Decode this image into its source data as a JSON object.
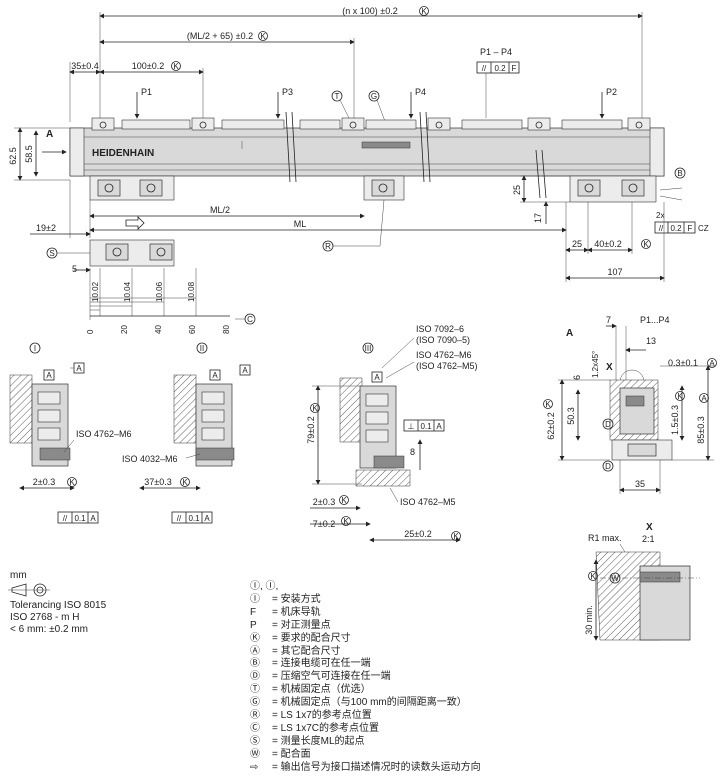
{
  "dimensions": {
    "overall": "(n x 100) ±0.2",
    "half": "(ML/2 + 65) ±0.2",
    "start_offset": "35±0.4",
    "pitch": "100±0.2",
    "points_group": "P1 – P4",
    "flatness": "0.2",
    "flatness_ref": "F",
    "height_total": "62.5",
    "height_body": "58.5",
    "left_offset": "19±2",
    "half_length": "ML/2",
    "measuring_length": "ML",
    "h25": "25",
    "h17": "17",
    "r25": "25",
    "r40": "40±0.2",
    "r107": "107",
    "s5": "5",
    "twox": "2x",
    "parallel2": "0.2",
    "parallel2_ref": "F",
    "cz": "CZ",
    "ref_marks": [
      "10.02",
      "10.04",
      "10.06",
      "10.08"
    ],
    "ref_scale": [
      "0",
      "20",
      "40",
      "60",
      "80"
    ]
  },
  "labels": {
    "p1": "P1",
    "p2": "P2",
    "p3": "P3",
    "p4": "P4",
    "brand": "HEIDENHAIN",
    "view_a": "A",
    "x": "X",
    "x_scale": "2:1",
    "circ_t": "T",
    "circ_g": "G",
    "circ_r": "R",
    "circ_s": "S",
    "circ_c": "C",
    "circ_b": "B",
    "circ_d": "D",
    "circ_w": "W",
    "circ_k": "K"
  },
  "mount": {
    "i_label": "I",
    "ii_label": "II",
    "iii_label": "III",
    "i_iso": "ISO 4762–M6",
    "i_dim": "2±0.3",
    "i_par": "0.1",
    "i_par_ref": "A",
    "ii_iso": "ISO 4032–M6",
    "ii_dim": "37±0.3",
    "ii_par": "0.1",
    "ii_par_ref": "A",
    "iii_iso1": "ISO 7092–6",
    "iii_iso1b": "(ISO 7090–5)",
    "iii_iso2": "ISO 4762–M6",
    "iii_iso2b": "(ISO 4762–M5)",
    "iii_iso3": "ISO 4762–M5",
    "iii_h": "79±0.2",
    "iii_perp": "0.1",
    "iii_perp_ref": "A",
    "iii_8": "8",
    "iii_2": "2±0.3",
    "iii_7": "7±0.2",
    "iii_25": "25±0.2"
  },
  "section_a": {
    "a": "A",
    "d7": "7",
    "p": "P1...P4",
    "d13": "13",
    "d6": "6",
    "chamfer": "1.2x45°",
    "d03": "0.3±0.1",
    "d503": "50.3",
    "d62": "62±0.2",
    "d15": "1.5±0.3",
    "d85": "85±0.3",
    "d35": "35"
  },
  "detail_x": {
    "r1": "R1 max.",
    "min30": "30 min."
  },
  "tolerancing": {
    "unit": "mm",
    "line1": "Tolerancing ISO 8015",
    "line2": "ISO 2768 - m H",
    "line3": "< 6 mm: ±0.2 mm"
  },
  "legend": [
    {
      "sym": "Ⓘ, Ⓘ,",
      "text": ""
    },
    {
      "sym": "Ⓘ",
      "text": "= 安装方式"
    },
    {
      "sym": "F",
      "text": "= 机床导轨"
    },
    {
      "sym": "P",
      "text": "= 对正测量点"
    },
    {
      "sym": "Ⓚ",
      "text": "= 要求的配合尺寸"
    },
    {
      "sym": "Ⓐ",
      "text": "= 其它配合尺寸"
    },
    {
      "sym": "Ⓑ",
      "text": "= 连接电缆可在任一端"
    },
    {
      "sym": "Ⓓ",
      "text": "= 压缩空气可连接在任一端"
    },
    {
      "sym": "Ⓣ",
      "text": "= 机械固定点（优选）"
    },
    {
      "sym": "Ⓖ",
      "text": "= 机械固定点（与100 mm的间隔距离一致）"
    },
    {
      "sym": "Ⓡ",
      "text": "= LS 1x7的参考点位置"
    },
    {
      "sym": "Ⓒ",
      "text": "= LS 1x7C的参考点位置"
    },
    {
      "sym": "Ⓢ",
      "text": "= 测量长度ML的起点"
    },
    {
      "sym": "Ⓦ",
      "text": "= 配合面"
    },
    {
      "sym": "⇨",
      "text": "= 输出信号为接口描述情况时的读数头运动方向"
    }
  ]
}
